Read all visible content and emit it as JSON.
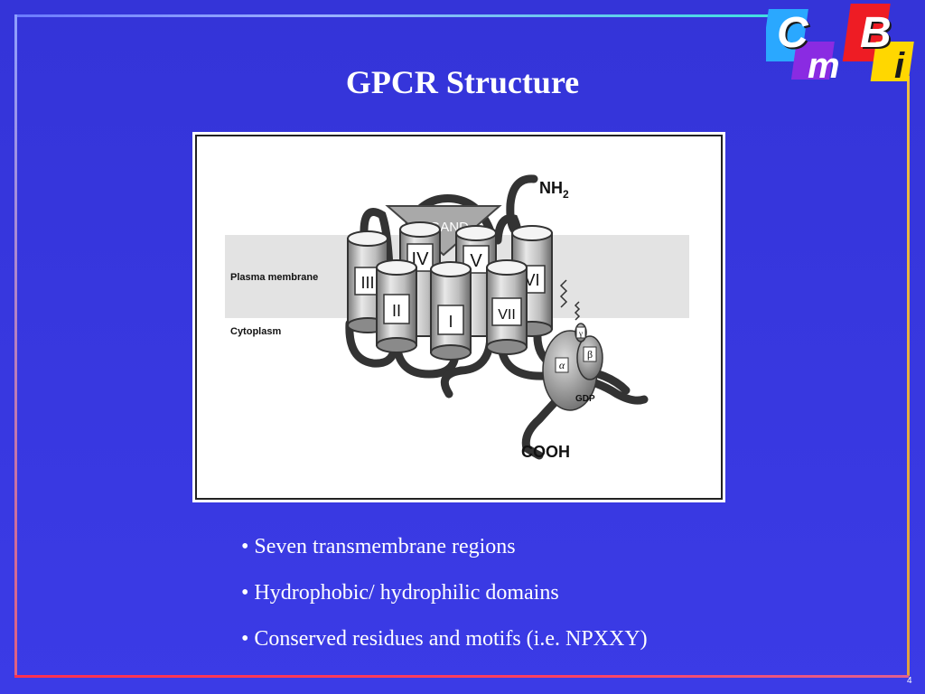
{
  "slide": {
    "title": "GPCR Structure",
    "page_number": "4",
    "bullets": [
      "• Seven transmembrane regions",
      "• Hydrophobic/ hydrophilic domains",
      "• Conserved residues and motifs (i.e. NPXXY)"
    ]
  },
  "logo": {
    "letters": [
      "C",
      "m",
      "B",
      "i"
    ]
  },
  "diagram": {
    "ligand_label": "LIGAND",
    "nh2_label": "NH",
    "nh2_subscript": "2",
    "cooh_label": "COOH",
    "plasma_membrane_label": "Plasma membrane",
    "cytoplasm_label": "Cytoplasm",
    "helices": [
      "I",
      "II",
      "III",
      "IV",
      "V",
      "VI",
      "VII"
    ],
    "g_protein": {
      "alpha": "α",
      "beta": "β",
      "gamma": "γ",
      "gdp": "GDP"
    }
  },
  "colors": {
    "background": "#3a3ae0",
    "text": "#ffffff",
    "logo_c": "#2aa8ff",
    "logo_m": "#8a2be2",
    "logo_b": "#ee1c24",
    "logo_i": "#ffd700"
  }
}
